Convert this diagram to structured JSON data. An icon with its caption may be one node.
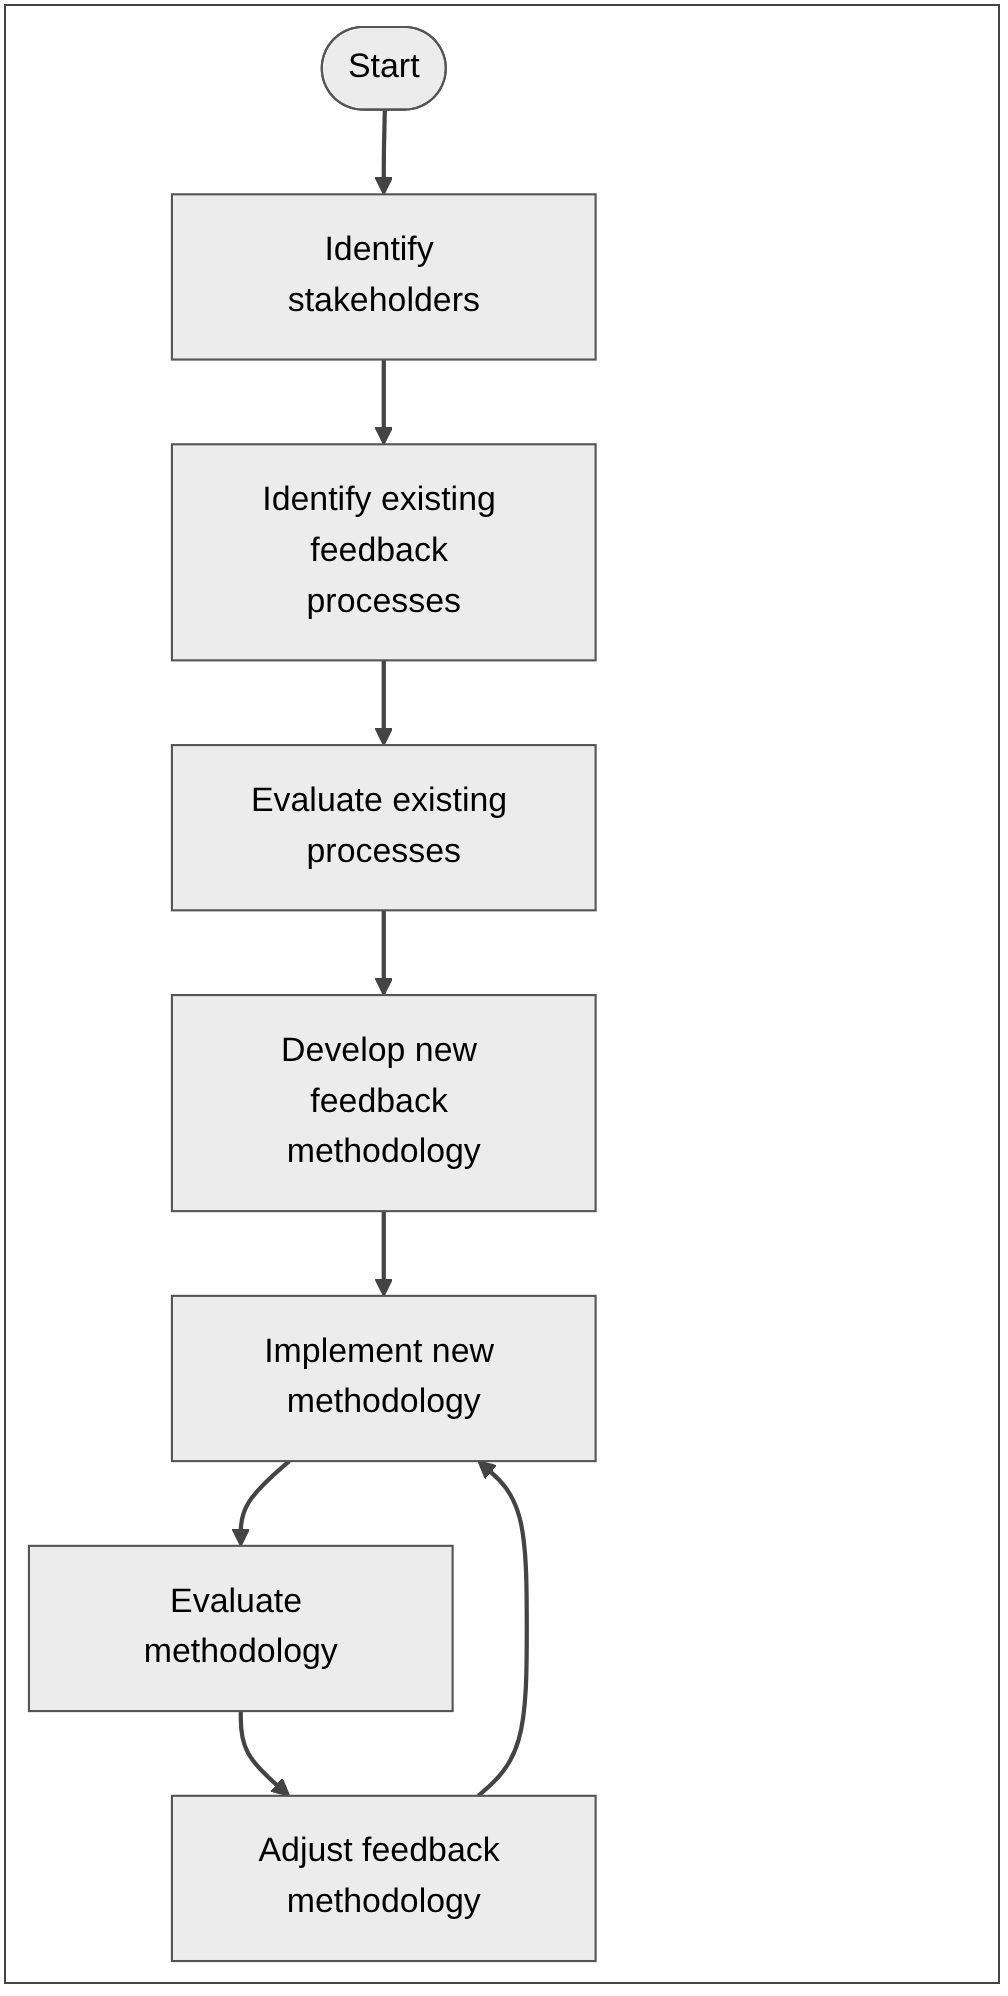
{
  "diagram": {
    "nodes": [
      {
        "text": [
          "Start"
        ]
      },
      {
        "text": [
          "Identify stakeholders"
        ]
      },
      {
        "text": [
          "Identify existing feedback processes"
        ]
      },
      {
        "text": [
          "Evaluate existing processes"
        ]
      },
      {
        "text": [
          "Develop new feedback methodology"
        ]
      },
      {
        "text": [
          "Adjust feedback methodology"
        ]
      },
      {
        "text": [
          "Implement new methodology"
        ]
      },
      {
        "text": [
          "Evaluate methodology"
        ]
      }
    ],
    "edges": [
      {
        "from": 0,
        "to": 1,
        "arrow": "to"
      },
      {
        "from": 1,
        "to": 2,
        "arrow": "to"
      },
      {
        "from": 2,
        "to": 3,
        "arrow": "to"
      },
      {
        "from": 3,
        "to": 4,
        "arrow": "to"
      },
      {
        "from": 4,
        "to": 6,
        "arrow": "to"
      },
      {
        "from": 5,
        "to": 6,
        "arrow": "to"
      },
      {
        "from": 6,
        "to": 7,
        "arrow": "to"
      },
      {
        "from": 7,
        "to": 5,
        "arrow": "to"
      }
    ]
  }
}
